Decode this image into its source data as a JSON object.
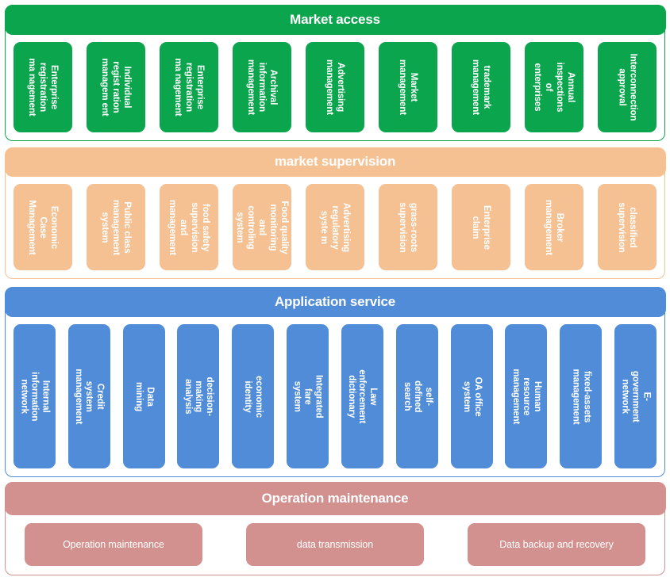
{
  "layers": [
    {
      "id": "market-access",
      "title": "Market access",
      "color": "#0BA54E",
      "items": [
        "Enterprise registration ma nagement",
        "Individual regist ration managem ent",
        "Enterprise registration ma nagement",
        "Archival information management",
        "Advertising management",
        "Market management",
        "trademark management",
        "Annual inspections of enterprises",
        "Interconnection approval"
      ]
    },
    {
      "id": "market-supervision",
      "title": "market supervision",
      "color": "#F5C193",
      "items": [
        "Economic Case Management",
        "Public class management system",
        "food safety supervision and management",
        "Food quality monitoring and controling system",
        "Advertising regulatory syste m",
        "grass-roots supervision",
        "Enterprise claim",
        "Broker management",
        "classified supervision"
      ]
    },
    {
      "id": "application-service",
      "title": "Application service",
      "color": "#518CD8",
      "items": [
        "Internal information network",
        "Credit system management",
        "Data mining",
        "decision-making analysis",
        "economic identity",
        "Integrated fare system",
        "Law enforcement dictionary",
        "self-defined search",
        "OA office system",
        "Human resource management",
        "fixed-assets management",
        "E-government network"
      ]
    },
    {
      "id": "operation-maintenance",
      "title": "Operation maintenance",
      "color": "#D2918F",
      "items": [
        "Operation maintenance",
        "data transmission",
        "Data backup and  recovery"
      ]
    }
  ]
}
